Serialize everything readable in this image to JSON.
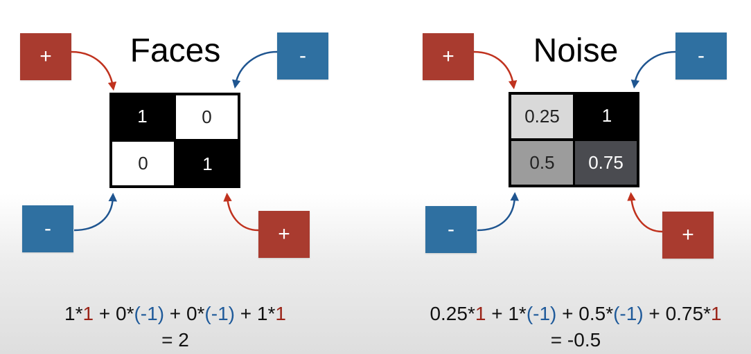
{
  "panels": [
    {
      "title": "Faces",
      "signs": {
        "top_left": "+",
        "top_right": "-",
        "bottom_left": "-",
        "bottom_right": "+"
      },
      "cells": [
        "1",
        "0",
        "0",
        "1"
      ],
      "equation": {
        "tokens": [
          [
            "1*",
            "k"
          ],
          [
            "1",
            "r"
          ],
          [
            " + 0*",
            "k"
          ],
          [
            "(-1)",
            "b"
          ],
          [
            " + 0*",
            "k"
          ],
          [
            "(-1)",
            "b"
          ],
          [
            " + 1*",
            "k"
          ],
          [
            "1",
            "r"
          ]
        ],
        "result": "= 2"
      }
    },
    {
      "title": "Noise",
      "signs": {
        "top_left": "+",
        "top_right": "-",
        "bottom_left": "-",
        "bottom_right": "+"
      },
      "cells": [
        "0.25",
        "1",
        "0.5",
        "0.75"
      ],
      "equation": {
        "tokens": [
          [
            "0.25*",
            "k"
          ],
          [
            "1",
            "r"
          ],
          [
            " + 1*",
            "k"
          ],
          [
            "(-1)",
            "b"
          ],
          [
            " + 0.5*",
            "k"
          ],
          [
            "(-1)",
            "b"
          ],
          [
            " + 0.75*",
            "k"
          ],
          [
            "1",
            "r"
          ]
        ],
        "result": "= -0.5"
      }
    }
  ],
  "colors": {
    "plus": "#a93b2f",
    "minus": "#2f70a1",
    "plus_arrow": "#c0321e",
    "minus_arrow": "#1f5590"
  }
}
